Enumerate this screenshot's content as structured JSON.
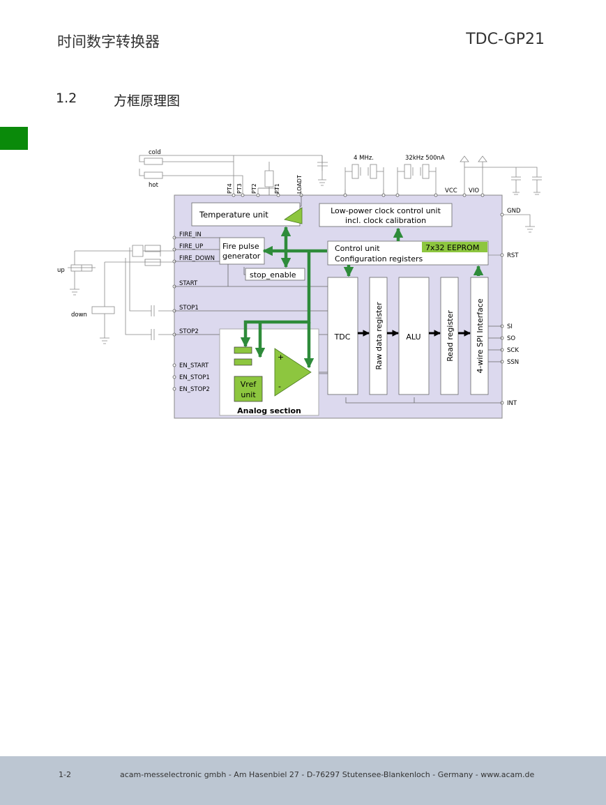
{
  "header": {
    "title_cn": "时间数字转换器",
    "product": "TDC-GP21"
  },
  "section": {
    "number": "1.2",
    "title": "方框原理图"
  },
  "colors": {
    "tab_green": "#0a8a0a",
    "chip_fill": "#dcd9ee",
    "arrow_green": "#2e8b3a",
    "block_green": "#8dc63f",
    "footer_bg": "#bcc6d2"
  },
  "diagram": {
    "ext_labels": {
      "cold": "cold",
      "hot": "hot",
      "up": "up",
      "down": "down",
      "osc1": "4 MHz.",
      "osc2": "32kHz 500nA"
    },
    "pins_top": {
      "pt4": "PT4",
      "pt3": "PT3",
      "pt2": "PT2",
      "pt1": "PT1",
      "loadt": "LOADT",
      "vcc": "VCC",
      "vio": "VIO"
    },
    "pins_left": {
      "fire_in": "FIRE_IN",
      "fire_up": "FIRE_UP",
      "fire_down": "FIRE_DOWN",
      "start": "START",
      "stop1": "STOP1",
      "stop2": "STOP2",
      "en_start": "EN_START",
      "en_stop1": "EN_STOP1",
      "en_stop2": "EN_STOP2"
    },
    "pins_right": {
      "gnd": "GND",
      "rst": "RST",
      "si": "SI",
      "so": "SO",
      "sck": "SCK",
      "ssn": "SSN",
      "int": "INT"
    },
    "blocks": {
      "temperature_unit": "Temperature unit",
      "clock_line1": "Low-power clock control unit",
      "clock_line2": "incl. clock calibration",
      "fire_line1": "Fire pulse",
      "fire_line2": "generator",
      "stop_enable": "stop_enable",
      "control_line1": "Control unit",
      "control_line2": "Configuration registers",
      "eeprom": "7x32 EEPROM",
      "tdc": "TDC",
      "raw_data": "Raw data register",
      "alu": "ALU",
      "read_register": "Read register",
      "spi": "4-wire SPI Interface",
      "vref_line1": "Vref",
      "vref_line2": "unit",
      "analog_section": "Analog section",
      "plus": "+",
      "minus": "-"
    }
  },
  "footer": {
    "page": "1-2",
    "address": "acam-messelectronic gmbh - Am Hasenbiel 27 - D-76297 Stutensee-Blankenloch - Germany - www.acam.de"
  }
}
